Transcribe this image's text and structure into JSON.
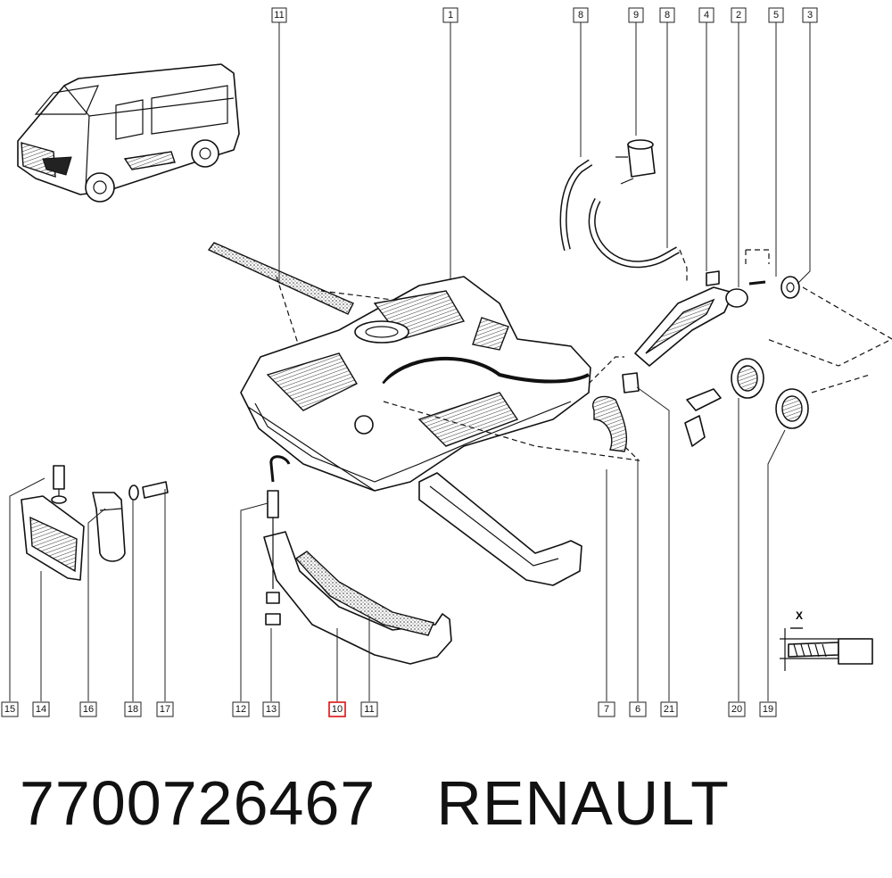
{
  "part_number": "7700726467",
  "brand": "RENAULT",
  "dimension_label": "X",
  "highlighted_callout": "10",
  "callouts_top": [
    "11",
    "1",
    "8",
    "9",
    "8",
    "4",
    "2",
    "5",
    "3"
  ],
  "callouts_bottom": [
    "15",
    "14",
    "16",
    "18",
    "17",
    "12",
    "13",
    "10",
    "11",
    "7",
    "6",
    "21",
    "20",
    "19"
  ],
  "colors": {
    "line": "#111111",
    "highlight": "#dd1111",
    "background": "#ffffff"
  }
}
